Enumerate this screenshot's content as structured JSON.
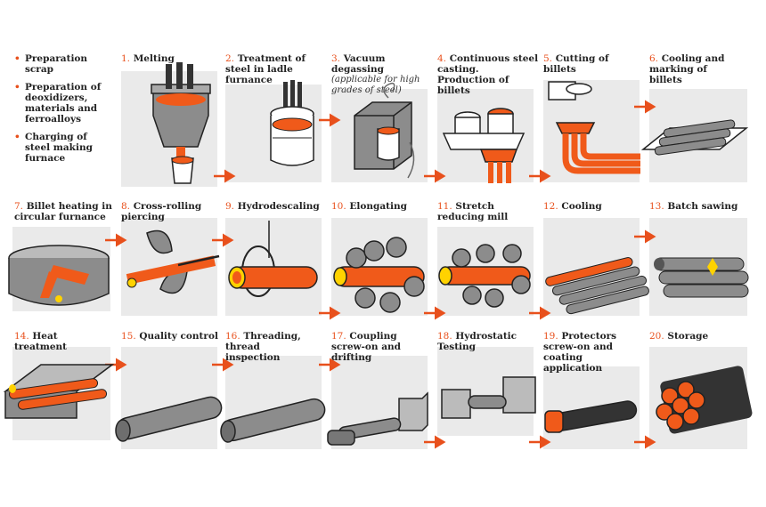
{
  "preparation": {
    "items": [
      "Preparation scrap",
      "Preparation of deoxidizers, materials and ferroalloys",
      "Charging of steel making furnace"
    ]
  },
  "steps": [
    {
      "num": "1.",
      "label": "Melting"
    },
    {
      "num": "2.",
      "label": "Treatment of steel in ladle furnance"
    },
    {
      "num": "3.",
      "label": "Vacuum degassing",
      "sub": "(applicable for high grades of steel)"
    },
    {
      "num": "4.",
      "label": "Continuous steel casting. Production of billets"
    },
    {
      "num": "5.",
      "label": "Cutting of billets"
    },
    {
      "num": "6.",
      "label": "Cooling and marking of billets"
    },
    {
      "num": "7.",
      "label": "Billet heating in circular furnance"
    },
    {
      "num": "8.",
      "label": "Cross-rolling piercing"
    },
    {
      "num": "9.",
      "label": "Hydrodescaling"
    },
    {
      "num": "10.",
      "label": "Elongating"
    },
    {
      "num": "11.",
      "label": "Stretch reducing mill"
    },
    {
      "num": "12.",
      "label": "Cooling"
    },
    {
      "num": "13.",
      "label": "Batch sawing"
    },
    {
      "num": "14.",
      "label": "Heat treatment"
    },
    {
      "num": "15.",
      "label": "Quality control"
    },
    {
      "num": "16.",
      "label": "Threading, thread inspection"
    },
    {
      "num": "17.",
      "label": "Coupling screw-on and drifting"
    },
    {
      "num": "18.",
      "label": "Hydrostatic Testing"
    },
    {
      "num": "19.",
      "label": "Protectors screw-on and coating application"
    },
    {
      "num": "20.",
      "label": "Storage"
    }
  ],
  "colors": {
    "accent": "#e8501c",
    "panel": "#eaeaea",
    "steel": "#8c8c8c",
    "hot": "#f05a1a"
  }
}
